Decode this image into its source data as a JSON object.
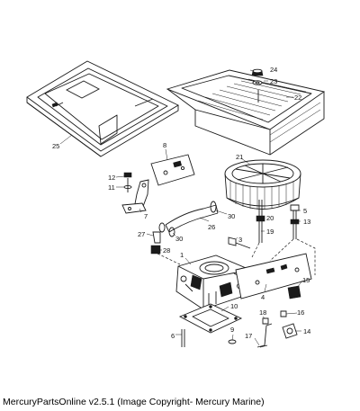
{
  "caption": "MercuryPartsOnline v2.5.1 (Image Copyright- Mercury Marine)",
  "callouts": [
    "1",
    "4",
    "5",
    "6",
    "7",
    "8",
    "9",
    "10",
    "11",
    "12",
    "13",
    "14",
    "15",
    "16",
    "17",
    "18",
    "19",
    "20",
    "21",
    "22",
    "23",
    "24",
    "25",
    "26",
    "27",
    "28",
    "30",
    "30",
    "3"
  ]
}
